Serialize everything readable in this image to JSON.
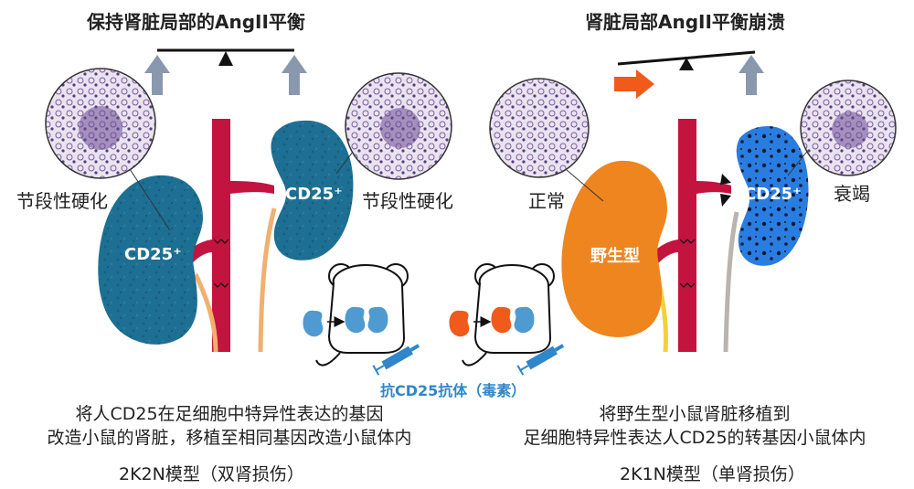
{
  "left": {
    "title": "保持肾脏局部的AngII平衡",
    "label_left": "节段性硬化",
    "label_right": "节段性硬化",
    "kidney_left_label": "CD25⁺",
    "kidney_right_label": "CD25⁺",
    "caption_line1": "将人CD25在足细胞中特异性表达的基因",
    "caption_line2": "改造小鼠的肾脏，移植至相同基因改造小鼠体内",
    "model": "2K2N模型（双肾损伤）"
  },
  "center": {
    "drug_label": "抗CD25抗体（毒素）"
  },
  "right": {
    "title": "肾脏局部AngII平衡崩溃",
    "label_left": "正常",
    "label_right": "衰竭",
    "kidney_left_label": "野生型",
    "kidney_right_label": "CD25⁺",
    "caption_line1": "将野生型小鼠肾脏移植到",
    "caption_line2": "足细胞特异性表达人CD25的转基因小鼠体内",
    "model": "2K1N模型（单肾损伤）"
  },
  "colors": {
    "kidney_cd25": "#1d6f93",
    "kidney_wild": "#ee851f",
    "kidney_failing": "#2a7de0",
    "vessel": "#c3133f",
    "arrow_gray": "#8a98ae",
    "arrow_orange": "#f05a1a",
    "ureter": "#f0b070",
    "syringe": "#2f86c8"
  }
}
